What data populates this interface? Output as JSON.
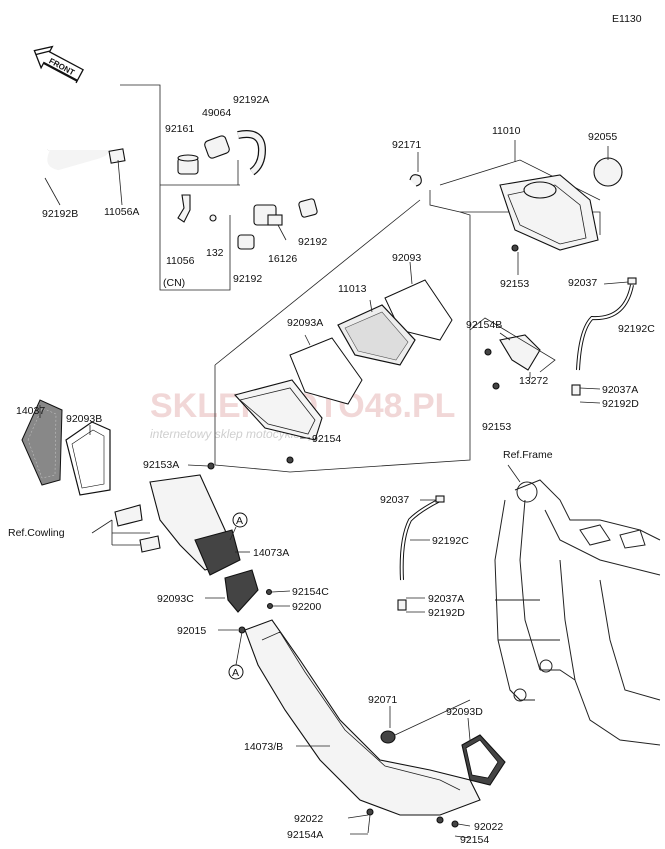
{
  "diagram_code": "E1130",
  "front_arrow_label": "FRONT",
  "watermark": {
    "brand": "SKLEPMOTO48.PL",
    "tagline": "internetowy sklep motocyklowy"
  },
  "refs": {
    "cowling": "Ref.Cowling",
    "frame": "Ref.Frame"
  },
  "callouts": {
    "A_top": "A",
    "A_bottom": "A"
  },
  "cn_label": "(CN)",
  "parts": {
    "p92192B": "92192B",
    "p11056A": "11056A",
    "p92161": "92161",
    "p49064": "49064",
    "p92192A": "92192A",
    "p11056": "11056",
    "p132": "132",
    "p16126": "16126",
    "p92192_r": "92192",
    "p92192_b": "92192",
    "p92171": "92171",
    "p11010": "11010",
    "p92055": "92055",
    "p92153_t": "92153",
    "p92037_t": "92037",
    "p92192C_t": "92192C",
    "p92093": "92093",
    "p11013": "11013",
    "p92093A": "92093A",
    "p92154B": "92154B",
    "p13272": "13272",
    "p92037A_t": "92037A",
    "p92192D_t": "92192D",
    "p92153_m": "92153",
    "p92154_m": "92154",
    "p14037": "14037",
    "p92093B": "92093B",
    "p92153A": "92153A",
    "p14073A": "14073A",
    "p92037_m": "92037",
    "p92192C_m": "92192C",
    "p92093C": "92093C",
    "p92154C": "92154C",
    "p92200": "92200",
    "p92037A_m": "92037A",
    "p92192D_m": "92192D",
    "p92015": "92015",
    "p92071": "92071",
    "p92093D": "92093D",
    "p14073B": "14073/B",
    "p92022_l": "92022",
    "p92022_r": "92022",
    "p92154A": "92154A",
    "p92154_b": "92154"
  }
}
